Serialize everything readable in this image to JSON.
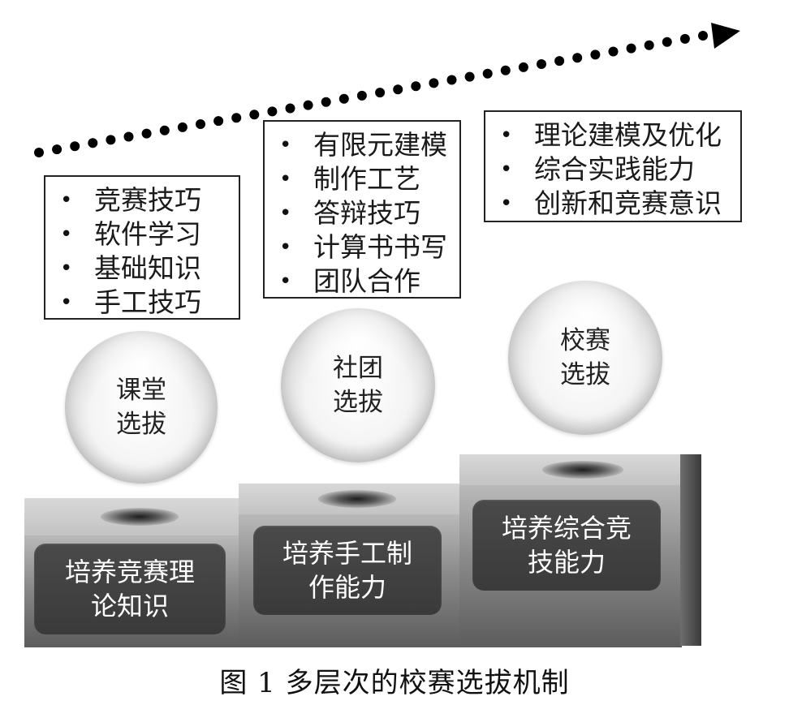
{
  "stages": [
    {
      "sphere_label": "课堂选拔",
      "items": [
        "竞赛技巧",
        "软件学习",
        "基础知识",
        "手工技巧"
      ],
      "goal": "培养竞赛理论知识"
    },
    {
      "sphere_label": "社团选拔",
      "items": [
        "有限元建模",
        "制作工艺",
        "答辩技巧",
        "计算书书写",
        "团队合作"
      ],
      "goal": "培养手工制作能力"
    },
    {
      "sphere_label": "校赛选拔",
      "items": [
        "理论建模及优化",
        "综合实践能力",
        "创新和竞赛意识"
      ],
      "goal": "培养综合竞技能力"
    }
  ],
  "bullet": "•",
  "caption": "图 1  多层次的校赛选拔机制"
}
